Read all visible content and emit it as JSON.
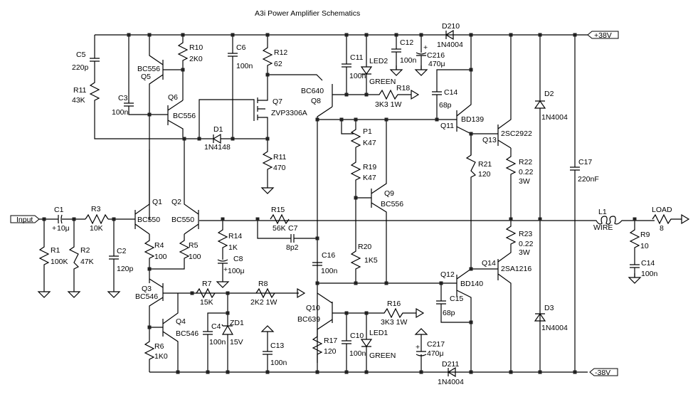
{
  "title": "A3i Power Amplifier Schematics",
  "ports": {
    "input": "Input",
    "vpos": "+38V",
    "vneg": "-38V"
  },
  "components": {
    "C1": {
      "ref": "C1",
      "value": "10μ"
    },
    "C2": {
      "ref": "C2",
      "value": "120p"
    },
    "C3": {
      "ref": "C3",
      "value": "100n"
    },
    "C4": {
      "ref": "C4",
      "value": "100n"
    },
    "C5": {
      "ref": "C5",
      "value": "220p"
    },
    "C6": {
      "ref": "C6",
      "value": "100n"
    },
    "C7": {
      "ref": "C7",
      "value": "8p2"
    },
    "C8": {
      "ref": "C8",
      "value": "100μ"
    },
    "C10": {
      "ref": "C10",
      "value": "100n"
    },
    "C11": {
      "ref": "C11",
      "value": "100n"
    },
    "C12": {
      "ref": "C12",
      "value": "100n"
    },
    "C13": {
      "ref": "C13",
      "value": "100n"
    },
    "C14a": {
      "ref": "C14",
      "value": "68p"
    },
    "C14b": {
      "ref": "C14",
      "value": "100n"
    },
    "C15": {
      "ref": "C15",
      "value": "68p"
    },
    "C16": {
      "ref": "C16",
      "value": "100n"
    },
    "C17": {
      "ref": "C17",
      "value": "220nF"
    },
    "C216": {
      "ref": "C216",
      "value": "470μ"
    },
    "C217": {
      "ref": "C217",
      "value": "470μ"
    },
    "R1": {
      "ref": "R1",
      "value": "100K"
    },
    "R2": {
      "ref": "R2",
      "value": "47K"
    },
    "R3": {
      "ref": "R3",
      "value": "10K"
    },
    "R4": {
      "ref": "R4",
      "value": "100"
    },
    "R5": {
      "ref": "R5",
      "value": "100"
    },
    "R6": {
      "ref": "R6",
      "value": "1K0"
    },
    "R7": {
      "ref": "R7",
      "value": "15K"
    },
    "R8": {
      "ref": "R8",
      "value": "2K2 1W"
    },
    "R9": {
      "ref": "R9",
      "value": "10"
    },
    "R10": {
      "ref": "R10",
      "value": "2K0"
    },
    "R11a": {
      "ref": "R11",
      "value": "43K"
    },
    "R11b": {
      "ref": "R11",
      "value": "470"
    },
    "R12": {
      "ref": "R12",
      "value": "62"
    },
    "R14": {
      "ref": "R14",
      "value": "1K"
    },
    "R15": {
      "ref": "R15",
      "value": "56K"
    },
    "R16": {
      "ref": "R16",
      "value": "3K3 1W"
    },
    "R17": {
      "ref": "R17",
      "value": "120"
    },
    "R18": {
      "ref": "R18",
      "value": "3K3 1W"
    },
    "R19": {
      "ref": "R19",
      "value": "K47"
    },
    "R20": {
      "ref": "R20",
      "value": "1K5"
    },
    "R21": {
      "ref": "R21",
      "value": "120"
    },
    "R22": {
      "ref": "R22",
      "value": "0.22",
      "rating": "3W"
    },
    "R23": {
      "ref": "R23",
      "value": "0.22",
      "rating": "3W"
    },
    "P1": {
      "ref": "P1",
      "value": "K47"
    },
    "LOAD": {
      "ref": "LOAD",
      "value": "8"
    },
    "L1": {
      "ref": "L1",
      "value": "WIRE"
    },
    "D1": {
      "ref": "D1",
      "value": "1N4148"
    },
    "D2": {
      "ref": "D2",
      "value": "1N4004"
    },
    "D3": {
      "ref": "D3",
      "value": "1N4004"
    },
    "D210": {
      "ref": "D210",
      "value": "1N4004"
    },
    "D211": {
      "ref": "D211",
      "value": "1N4004"
    },
    "ZD1": {
      "ref": "ZD1",
      "value": "15V"
    },
    "LED1": {
      "ref": "LED1",
      "value": "GREEN"
    },
    "LED2": {
      "ref": "LED2",
      "value": "GREEN"
    },
    "Q1": {
      "ref": "Q1",
      "value": "BC550"
    },
    "Q2": {
      "ref": "Q2",
      "value": "BC550"
    },
    "Q3": {
      "ref": "Q3",
      "value": "BC546"
    },
    "Q4": {
      "ref": "Q4",
      "value": "BC546"
    },
    "Q5": {
      "ref": "Q5",
      "value": "BC556"
    },
    "Q6": {
      "ref": "Q6",
      "value": "BC556"
    },
    "Q7": {
      "ref": "Q7",
      "value": "ZVP3306A"
    },
    "Q8": {
      "ref": "Q8",
      "value": "BC640"
    },
    "Q9": {
      "ref": "Q9",
      "value": "BC556"
    },
    "Q10": {
      "ref": "Q10",
      "value": "BC639"
    },
    "Q11": {
      "ref": "Q11",
      "value": "BD139"
    },
    "Q12": {
      "ref": "Q12",
      "value": "BD140"
    },
    "Q13": {
      "ref": "Q13",
      "value": "2SC2922"
    },
    "Q14": {
      "ref": "Q14",
      "value": "2SA1216"
    }
  }
}
